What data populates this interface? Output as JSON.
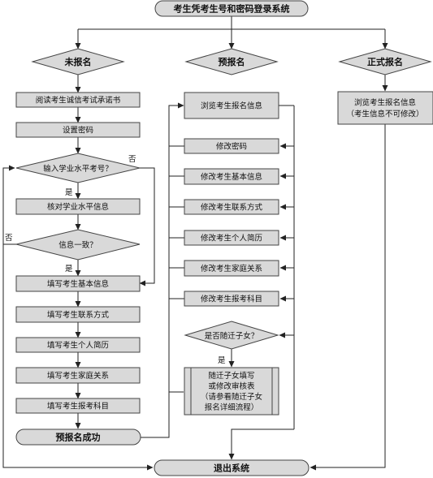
{
  "flowchart": {
    "title": "考生凭考生号和密码登录系统",
    "branches": {
      "not_registered": "未报名",
      "pre_registered": "预报名",
      "formal": "正式报名"
    },
    "left": {
      "read_pledge": "阅读考生诚信考试承诺书",
      "set_password": "设置密码",
      "input_exam_no": "输入学业水平考号？",
      "verify_level": "核对学业水平信息",
      "info_consistent": "信息一致？",
      "fill_basic": "填写考生基本信息",
      "fill_contact": "填写考生联系方式",
      "fill_resume": "填写考生个人简历",
      "fill_family": "填写考生家庭关系",
      "fill_subjects": "填写考生报考科目",
      "pre_success": "预报名成功"
    },
    "middle": {
      "browse_info": "浏览考生报名信息",
      "edit_password": "修改密码",
      "edit_basic": "修改考生基本信息",
      "edit_contact": "修改考生联系方式",
      "edit_resume": "修改考生个人简历",
      "edit_family": "修改考生家庭关系",
      "edit_subjects": "修改考生报考科目",
      "accompany_q": "是否随迁子女？",
      "accompany_lines": [
        "随迁子女填写",
        "或修改审核表",
        "（请参看随迁子女",
        "报名详细流程）"
      ]
    },
    "right": {
      "browse_lines": [
        "浏览考生报名信息",
        "（考生信息不可修改）"
      ]
    },
    "exit": "退出系统",
    "labels": {
      "no_1": "否",
      "no_2": "否",
      "yes_1": "是",
      "yes_2": "是",
      "yes_3": "是"
    }
  }
}
